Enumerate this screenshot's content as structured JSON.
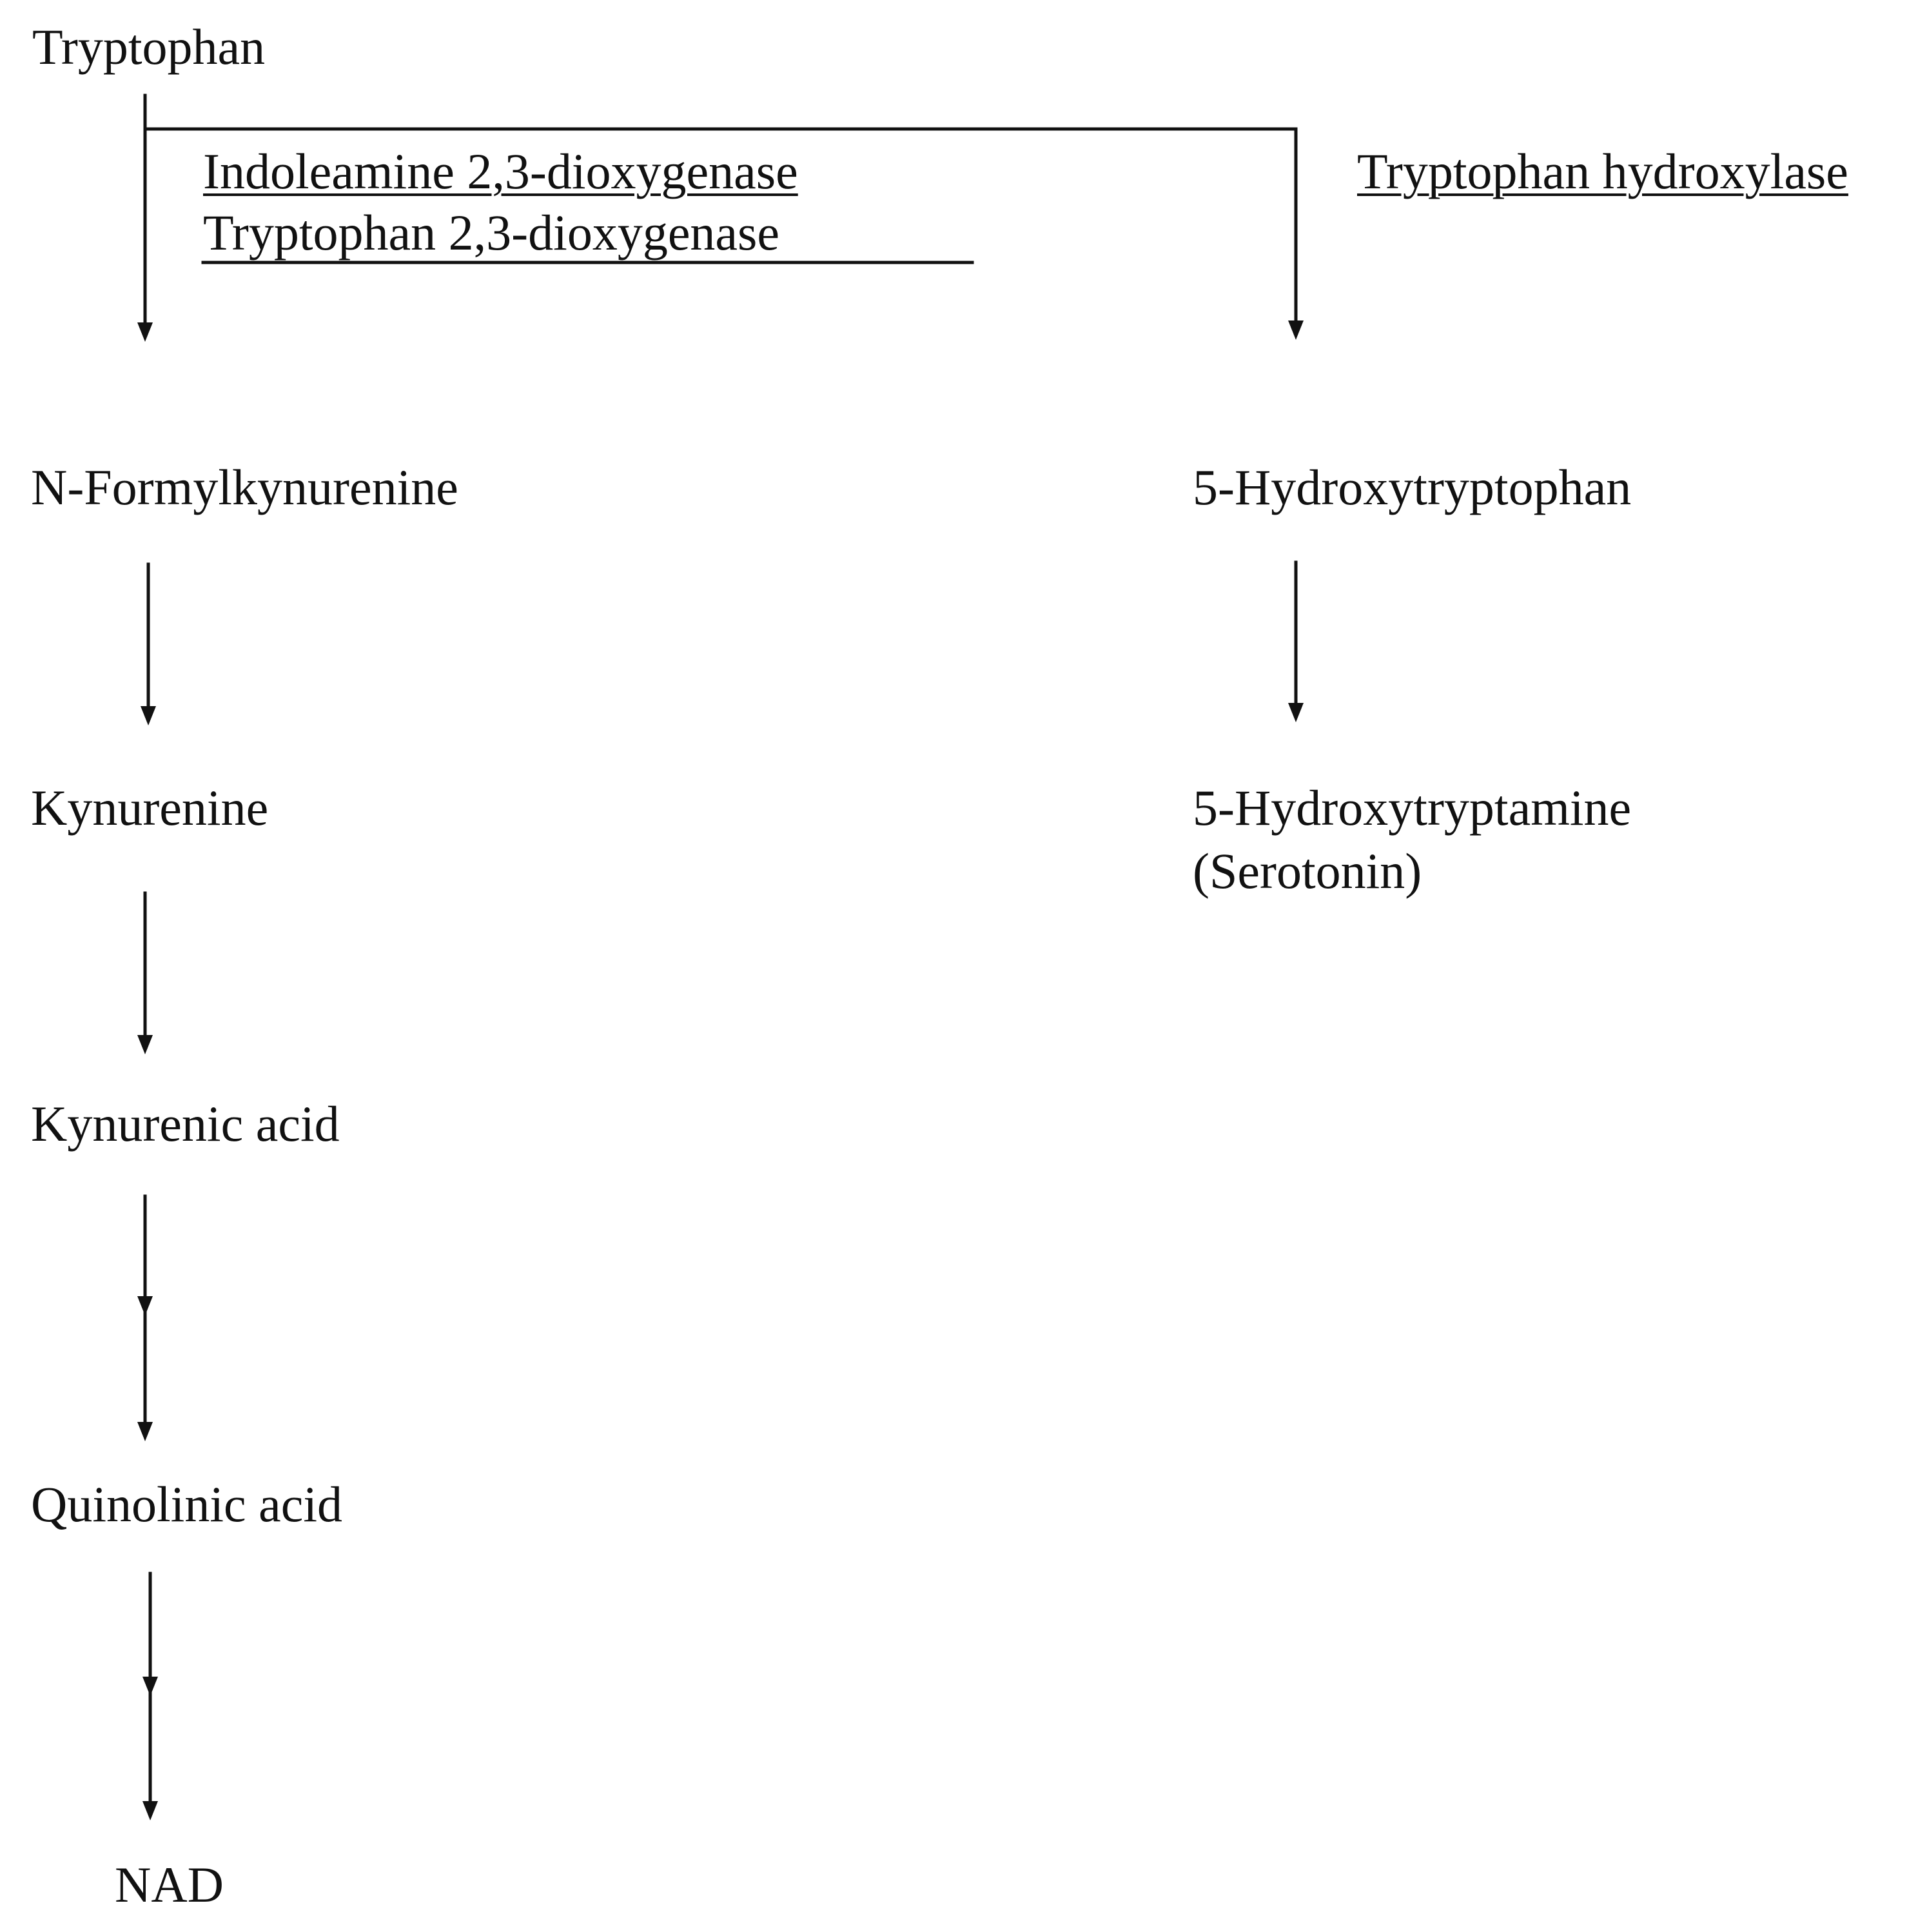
{
  "nodes": {
    "tryptophan": "Tryptophan",
    "n_formylkynurenine": "N-Formylkynurenine",
    "kynurenine": "Kynurenine",
    "kynurenic_acid": "Kynurenic acid",
    "quinolinic_acid": "Quinolinic acid",
    "nad": "NAD",
    "hydroxytryptophan": "5-Hydroxytryptophan",
    "hydroxytryptamine": "5-Hydroxytryptamine",
    "serotonin": "(Serotonin)"
  },
  "enzymes": {
    "ido": "Indoleamine 2,3-dioxygenase",
    "tdo": "Tryptophan 2,3-dioxygenase",
    "tph": "Tryptophan hydroxylase"
  }
}
